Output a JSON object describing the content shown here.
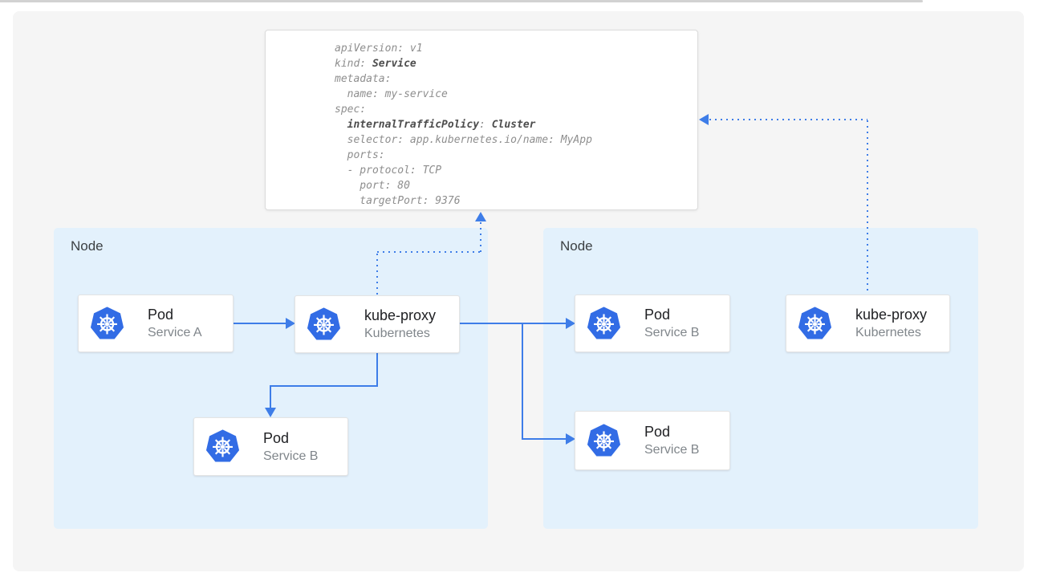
{
  "colors": {
    "kubernetes_blue": "#326CE5",
    "arrow_blue": "#3E7DE8",
    "node_bg": "#E3F1FC",
    "panel_bg": "#F5F5F5",
    "code_text": "#8E8E8E",
    "code_bold_text": "#4D4D4D"
  },
  "yaml_panel": {
    "lines": [
      [
        {
          "t": "apiVersion: v1"
        }
      ],
      [
        {
          "t": "kind: "
        },
        {
          "t": "Service",
          "b": true
        }
      ],
      [
        {
          "t": "metadata:"
        }
      ],
      [
        {
          "t": "  name: my-service"
        }
      ],
      [
        {
          "t": "spec:"
        }
      ],
      [
        {
          "t": "  "
        },
        {
          "t": "internalTrafficPolicy",
          "b": true
        },
        {
          "t": ": "
        },
        {
          "t": "Cluster",
          "b": true
        }
      ],
      [
        {
          "t": "  selector: app.kubernetes.io/name: MyApp"
        }
      ],
      [
        {
          "t": "  ports:"
        }
      ],
      [
        {
          "t": "  - protocol: TCP"
        }
      ],
      [
        {
          "t": "    port: 80"
        }
      ],
      [
        {
          "t": "    targetPort: 9376"
        }
      ]
    ]
  },
  "nodes": [
    {
      "label": "Node",
      "cards": [
        {
          "icon": "kubernetes-logo",
          "title": "Pod",
          "subtitle": "Service A"
        },
        {
          "icon": "kubernetes-logo",
          "title": "kube-proxy",
          "subtitle": "Kubernetes"
        },
        {
          "icon": "kubernetes-logo",
          "title": "Pod",
          "subtitle": "Service B"
        }
      ]
    },
    {
      "label": "Node",
      "cards": [
        {
          "icon": "kubernetes-logo",
          "title": "Pod",
          "subtitle": "Service B"
        },
        {
          "icon": "kubernetes-logo",
          "title": "Pod",
          "subtitle": "Service B"
        },
        {
          "icon": "kubernetes-logo",
          "title": "kube-proxy",
          "subtitle": "Kubernetes"
        }
      ]
    }
  ]
}
